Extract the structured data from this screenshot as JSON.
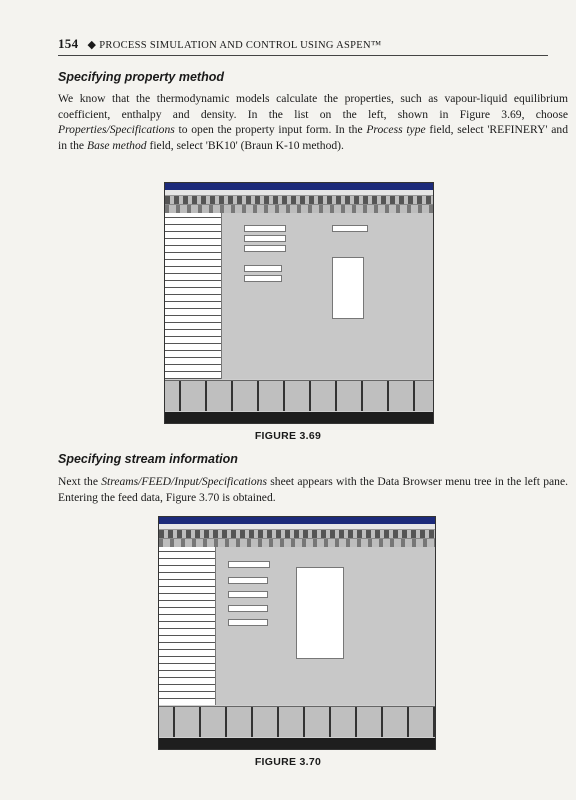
{
  "running_head": {
    "page_number": "154",
    "separator": "◆",
    "title": "PROCESS SIMULATION AND CONTROL USING ASPEN™"
  },
  "section1": {
    "heading": "Specifying property method",
    "text_a": "We know that the thermodynamic models calculate the properties, such as vapour-liquid equilibrium coefficient, enthalpy and density. In the list on the left, shown in Figure 3.69, choose ",
    "em1": "Properties/Specifications",
    "text_b": " to open the property input form. In the ",
    "em2": "Process type",
    "text_c": " field, select 'REFINERY' and in the ",
    "em3": "Base method",
    "text_d": " field, select 'BK10' (Braun K-10 method)."
  },
  "figure1": {
    "caption": "FIGURE 3.69"
  },
  "section2": {
    "heading": "Specifying stream information",
    "text_a": "Next the ",
    "em1": "Streams/FEED/Input/Specifications",
    "text_b": " sheet appears with the Data Browser menu tree in the left pane. Entering the feed data, Figure 3.70 is obtained."
  },
  "figure2": {
    "caption": "FIGURE 3.70"
  }
}
